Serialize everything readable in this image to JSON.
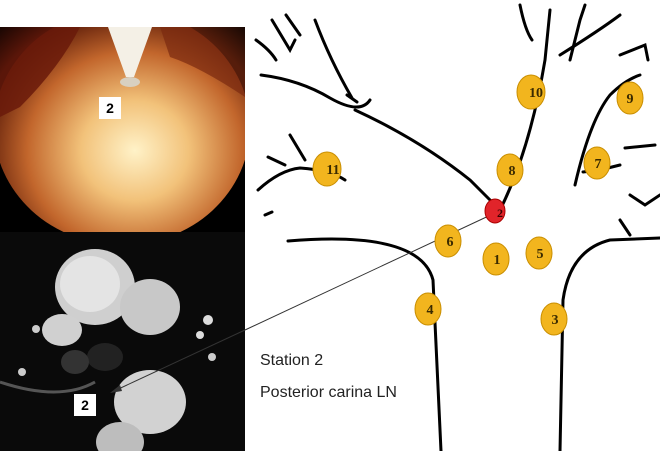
{
  "endoscopy_label": "2",
  "ct_label": "2",
  "caption": {
    "line1": "Station 2",
    "line2": "Posterior carina LN"
  },
  "stations": [
    "10",
    "9",
    "11",
    "8",
    "7",
    "2",
    "6",
    "1",
    "5",
    "4",
    "3"
  ],
  "colors": {
    "station_fill": "#f2b51e",
    "highlight_fill": "#e1242a",
    "outline": "#000000"
  }
}
